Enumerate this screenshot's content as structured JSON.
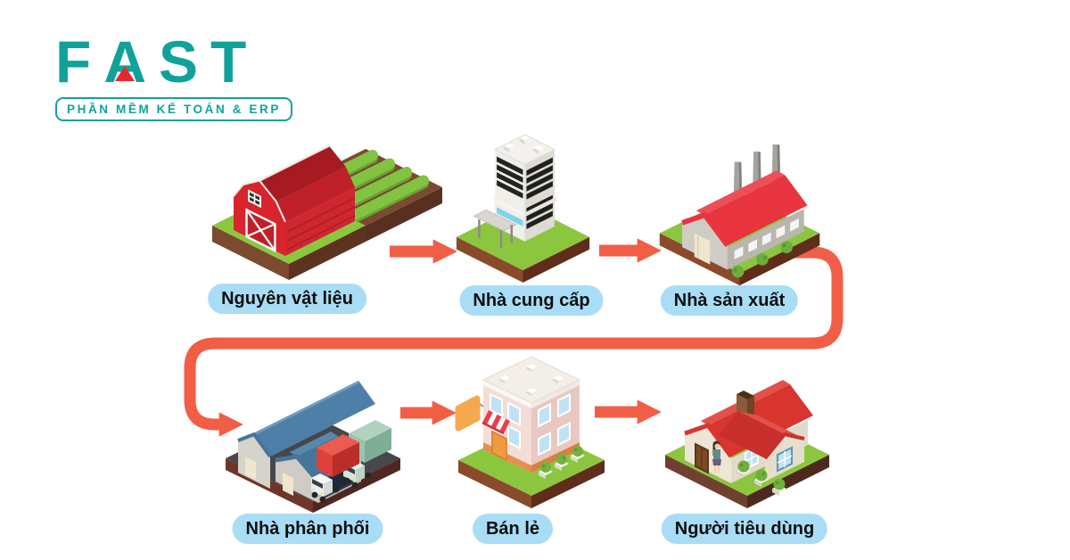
{
  "theme": {
    "teal": "#10A29A",
    "red": "#E62730",
    "arrow": "#F15E46",
    "pill": "#A9DDF5",
    "ink": "#0E0E0E"
  },
  "logo": {
    "brand": "FAST",
    "letters": [
      "F",
      "A",
      "S",
      "T"
    ],
    "tagline": "PHẦN MỀM KẾ TOÁN & ERP"
  },
  "diagram": {
    "nodes": [
      {
        "id": "farm",
        "label": "Nguyên vật liệu",
        "icon": "barn-icon"
      },
      {
        "id": "supplier",
        "label": "Nhà cung cấp",
        "icon": "office-building-icon"
      },
      {
        "id": "manufacturer",
        "label": "Nhà sản xuất",
        "icon": "factory-icon"
      },
      {
        "id": "distributor",
        "label": "Nhà phân phối",
        "icon": "warehouse-icon"
      },
      {
        "id": "retail",
        "label": "Bán lẻ",
        "icon": "shop-icon"
      },
      {
        "id": "consumer",
        "label": "Người tiêu dùng",
        "icon": "house-icon"
      }
    ],
    "edges": [
      {
        "from": "farm",
        "to": "supplier"
      },
      {
        "from": "supplier",
        "to": "manufacturer"
      },
      {
        "from": "manufacturer",
        "to": "distributor"
      },
      {
        "from": "distributor",
        "to": "retail"
      },
      {
        "from": "retail",
        "to": "consumer"
      }
    ]
  }
}
